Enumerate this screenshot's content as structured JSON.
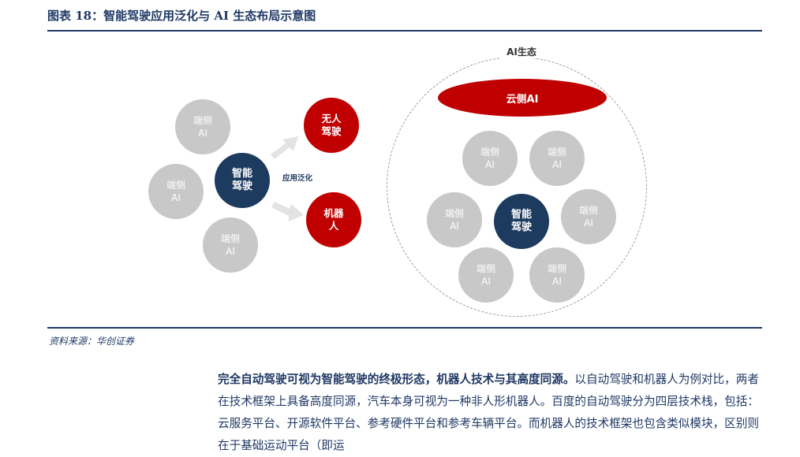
{
  "figure": {
    "title": "图表 18：智能驾驶应用泛化与 AI 生态布局示意图",
    "source": "资料来源：华创证券"
  },
  "colors": {
    "navy": "#1d3a5f",
    "red": "#c00000",
    "grey": "#c8c8c8",
    "rule": "#1f3864"
  },
  "left_diagram": {
    "center": [
      "智能",
      "驾驶"
    ],
    "edge_nodes": [
      [
        "端侧",
        "AI"
      ],
      [
        "端侧",
        "AI"
      ],
      [
        "端侧",
        "AI"
      ]
    ],
    "arrow_label": "应用泛化",
    "targets": [
      [
        "无人",
        "驾驶"
      ],
      [
        "机器",
        "人"
      ]
    ]
  },
  "right_diagram": {
    "ecosystem_label": "AI生态",
    "cloud": "云侧AI",
    "center": [
      "智能",
      "驾驶"
    ],
    "edge_nodes": [
      [
        "端侧",
        "AI"
      ],
      [
        "端侧",
        "AI"
      ],
      [
        "端侧",
        "AI"
      ],
      [
        "端侧",
        "AI"
      ],
      [
        "端侧",
        "AI"
      ],
      [
        "端侧",
        "AI"
      ]
    ]
  },
  "paragraph": {
    "lead": "完全自动驾驶可视为智能驾驶的终极形态，机器人技术与其高度同源。",
    "rest": "以自动驾驶和机器人为例对比，两者在技术框架上具备高度同源，汽车本身可视为一种非人形机器人。百度的自动驾驶分为四层技术栈，包括：云服务平台、开源软件平台、参考硬件平台和参考车辆平台。而机器人的技术框架也包含类似模块，区别则在于基础运动平台（即运"
  }
}
